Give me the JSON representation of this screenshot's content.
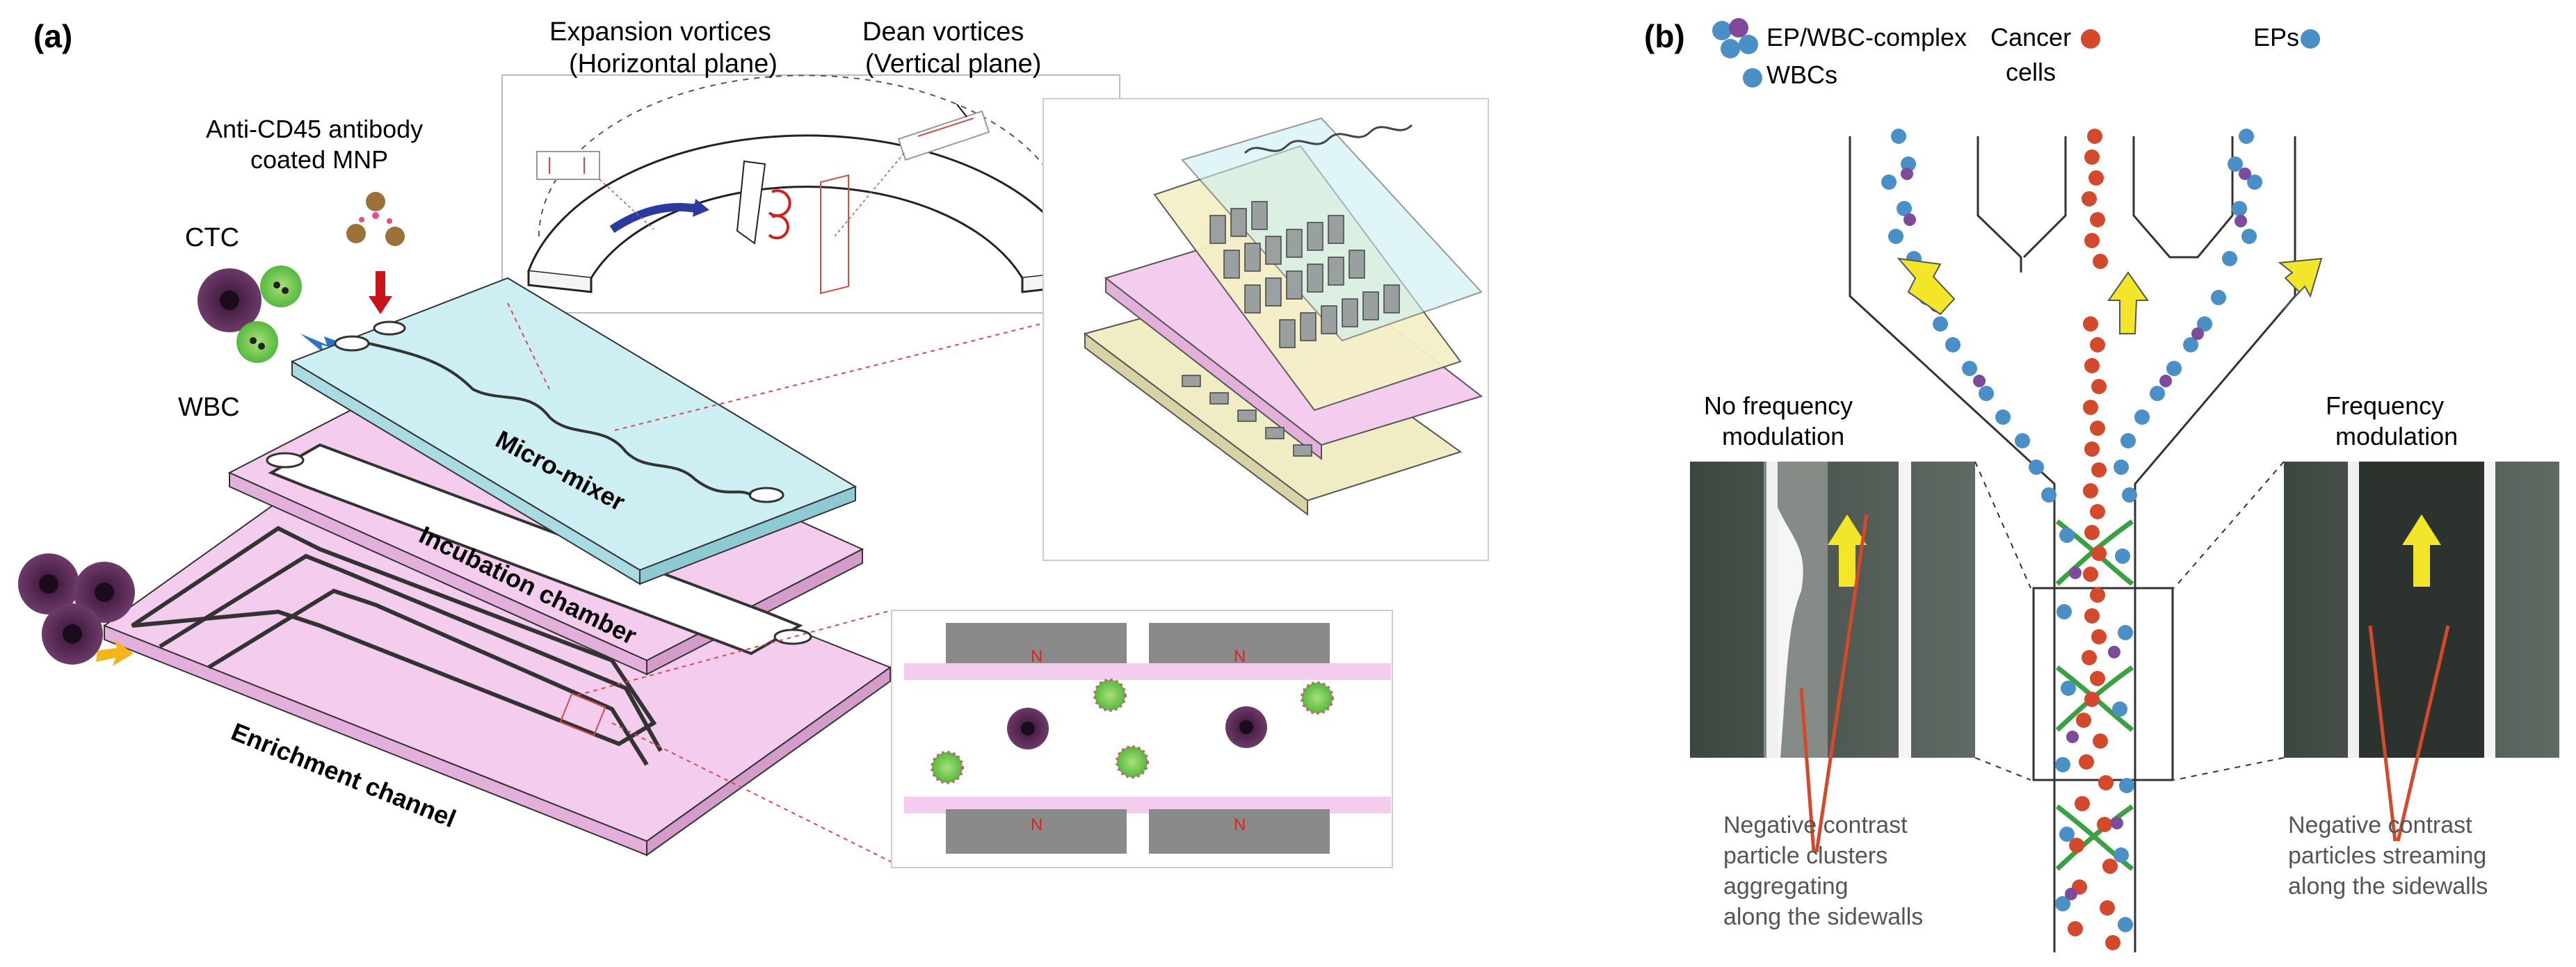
{
  "panel_a": {
    "label": "(a)",
    "expansion_vortices": [
      "Expansion vortices",
      "(Horizontal plane)"
    ],
    "dean_vortices": [
      "Dean vortices",
      "(Vertical plane)"
    ],
    "antibody_label": [
      "Anti-CD45 antibody",
      "coated MNP"
    ],
    "ctc_label": "CTC",
    "wbc_label": "WBC",
    "micro_mixer": "Micro-mixer",
    "incubation_chamber": "Incubation chamber",
    "enrichment_channel": "Enrichment channel",
    "magnet_pole_n": "N"
  },
  "panel_b": {
    "label": "(b)",
    "legend_ep_wbc_complex": "EP/WBC-complex",
    "legend_wbcs": "WBCs",
    "legend_cancer_cells": [
      "Cancer",
      "cells"
    ],
    "legend_eps": "EPs",
    "no_freq_mod": [
      "No frequency",
      "modulation"
    ],
    "freq_mod": [
      "Frequency",
      "modulation"
    ],
    "left_caption": [
      "Negative contrast",
      "particle clusters",
      "aggregating",
      "along the sidewalls"
    ],
    "right_caption": [
      "Negative contrast",
      "particles streaming",
      "along the sidewalls"
    ]
  },
  "colors": {
    "blue_particle": "#4a8fc6",
    "red_particle": "#d2492c",
    "purple_node": "#7d4a9c",
    "pink_layer": "#f4cdee",
    "cyan_layer": "#cdeff4",
    "green_curve": "#3aa142",
    "yellow_arrow": "#f2e52a"
  }
}
